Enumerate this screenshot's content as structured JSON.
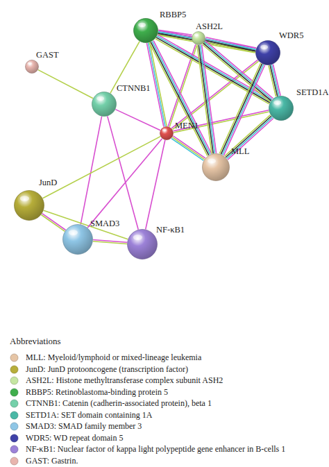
{
  "diagram": {
    "nodes": [
      {
        "text": [
          "RBBP5"
        ]
      },
      {
        "text": [
          "ASH2L"
        ]
      },
      {
        "text": [
          "WDR5"
        ]
      },
      {
        "text": [
          "GAST"
        ]
      },
      {
        "text": [
          "CTNNB1"
        ]
      },
      {
        "text": [
          "SETD1A"
        ]
      },
      {
        "text": [
          "MEN1"
        ]
      },
      {
        "text": [
          "MLL"
        ]
      },
      {
        "text": [
          "JunD"
        ]
      },
      {
        "text": [
          "SMAD3"
        ]
      },
      {
        "text": [
          "NF-κB1"
        ]
      }
    ],
    "edges": [
      {
        "from": 3,
        "to": 4,
        "arrow": "none"
      },
      {
        "from": 4,
        "to": 0,
        "arrow": "none"
      },
      {
        "from": 4,
        "to": 6,
        "arrow": "none"
      },
      {
        "from": 4,
        "to": 9,
        "arrow": "none"
      },
      {
        "from": 4,
        "to": 10,
        "arrow": "none"
      },
      {
        "from": 8,
        "to": 6,
        "arrow": "none"
      },
      {
        "from": 8,
        "to": 9,
        "arrow": "none"
      },
      {
        "from": 8,
        "to": 10,
        "arrow": "none"
      },
      {
        "from": 9,
        "to": 6,
        "arrow": "none"
      },
      {
        "from": 9,
        "to": 10,
        "arrow": "none"
      },
      {
        "from": 10,
        "to": 6,
        "arrow": "none"
      },
      {
        "from": 6,
        "to": 0,
        "arrow": "none"
      },
      {
        "from": 6,
        "to": 1,
        "arrow": "none"
      },
      {
        "from": 6,
        "to": 2,
        "arrow": "none"
      },
      {
        "from": 6,
        "to": 5,
        "arrow": "none"
      },
      {
        "from": 6,
        "to": 7,
        "arrow": "none"
      },
      {
        "from": 0,
        "to": 1,
        "arrow": "none"
      },
      {
        "from": 0,
        "to": 2,
        "arrow": "none"
      },
      {
        "from": 0,
        "to": 5,
        "arrow": "none"
      },
      {
        "from": 0,
        "to": 7,
        "arrow": "none"
      },
      {
        "from": 1,
        "to": 2,
        "arrow": "none"
      },
      {
        "from": 1,
        "to": 5,
        "arrow": "none"
      },
      {
        "from": 1,
        "to": 7,
        "arrow": "none"
      },
      {
        "from": 2,
        "to": 5,
        "arrow": "none"
      },
      {
        "from": 2,
        "to": 7,
        "arrow": "none"
      },
      {
        "from": 5,
        "to": 7,
        "arrow": "none"
      }
    ],
    "labels": [
      "Abbreviations"
    ],
    "legend": [
      {
        "text": "MLL: Myeloid/lymphoid or mixed-lineage leukemia",
        "color": "#e6c5a6"
      },
      {
        "text": "JunD: JunD protooncogene (transcription factor)",
        "color": "#b7ae3a"
      },
      {
        "text": "ASH2L: Histone methyltransferase complex subunit ASH2",
        "color": "#c5e6a2"
      },
      {
        "text": "RBBP5: Retinoblastoma-binding protein 5",
        "color": "#3fae4c"
      },
      {
        "text": "CTNNB1: Catenin (cadherin-associated protein), beta 1",
        "color": "#74d0aa"
      },
      {
        "text": "SETD1A: SET domain containing 1A",
        "color": "#4ab8a6"
      },
      {
        "text": "SMAD3: SMAD family member 3",
        "color": "#8fc6e6"
      },
      {
        "text": "WDR5: WD repeat domain 5",
        "color": "#3f41a8"
      },
      {
        "text": "NF-κB1: Nuclear factor of kappa light polypeptide gene enhancer in B-cells 1",
        "color": "#9c82d8"
      },
      {
        "text": "GAST: Gastrin.",
        "color": "#e8b5ae"
      }
    ]
  }
}
